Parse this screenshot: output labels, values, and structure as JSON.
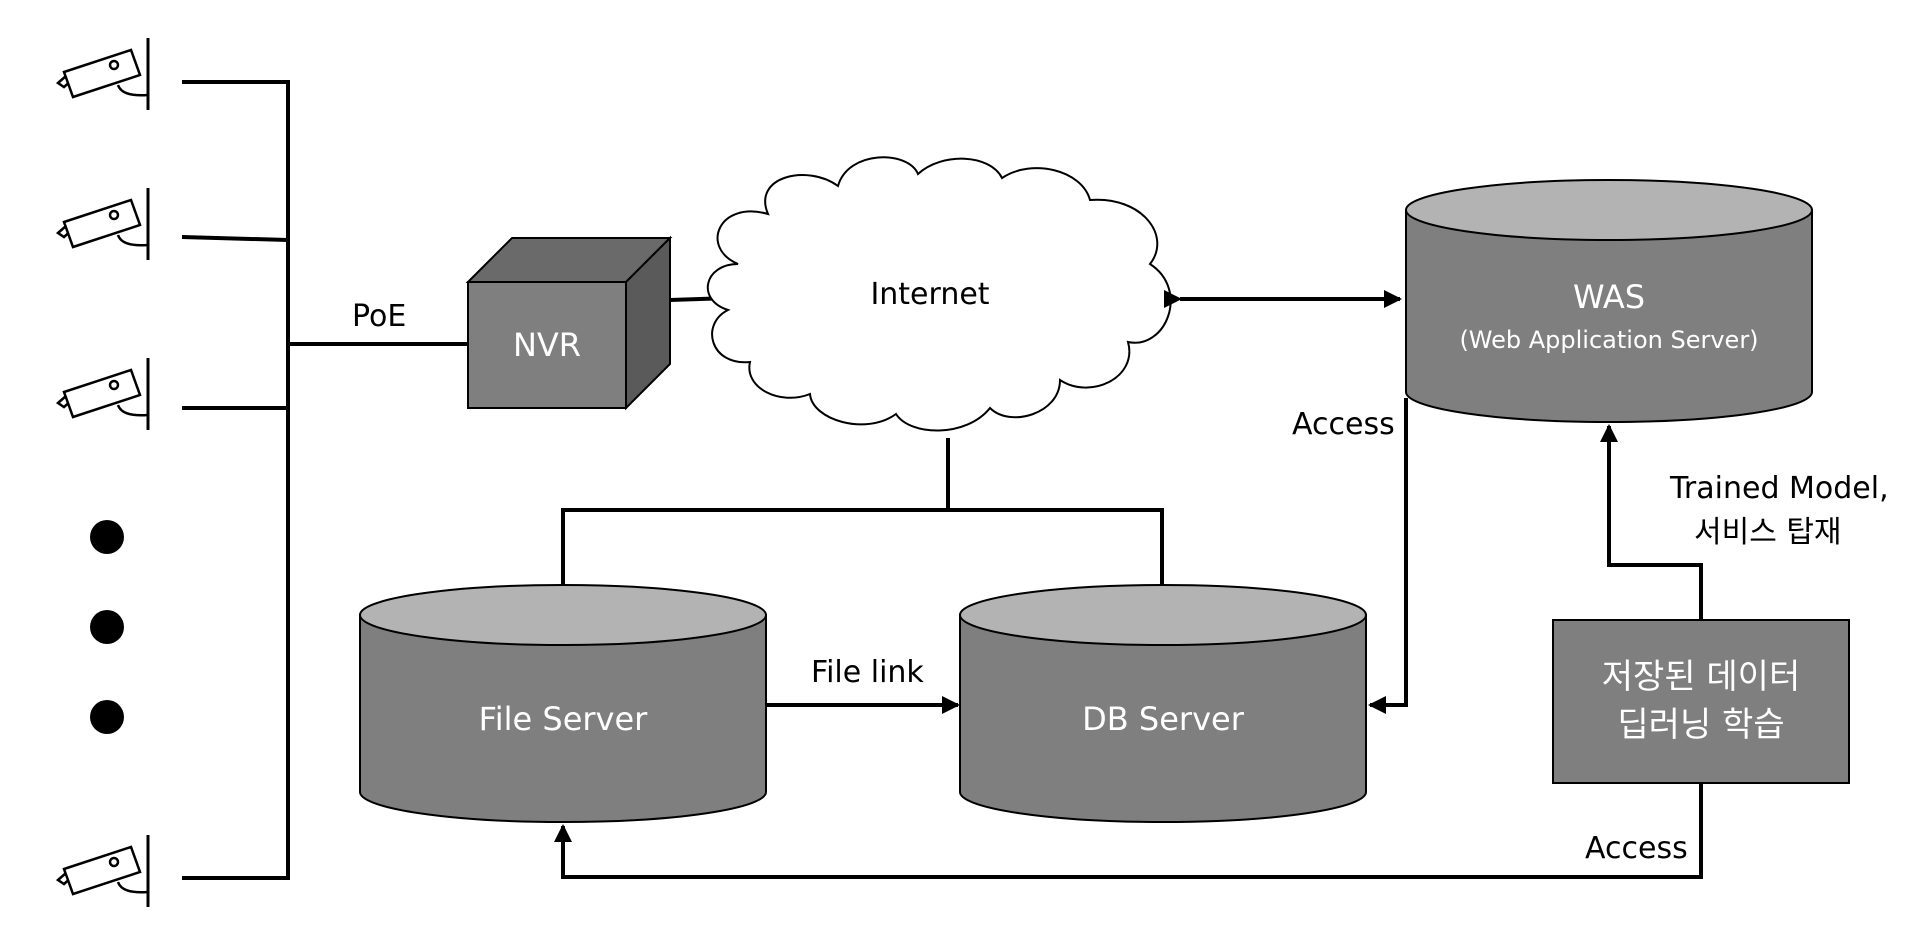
{
  "diagram": {
    "nvr_label": "NVR",
    "poe_label": "PoE",
    "internet_label": "Internet",
    "was_label": "WAS",
    "was_sublabel": "(Web Application Server)",
    "file_server_label": "File Server",
    "db_server_label": "DB Server",
    "file_link_label": "File link",
    "access_label_top": "Access",
    "access_label_bottom": "Access",
    "trained_model_line1": "Trained Model,",
    "trained_model_line2": "서비스 탑재",
    "training_box_line1": "저장된 데이터",
    "training_box_line2": "딥러닝 학습"
  },
  "colors": {
    "cylinder_top": "#b3b3b3",
    "cylinder_body": "#7f7f7f",
    "box_fill": "#7f7f7f",
    "nvr_top": "#6a6a6a",
    "nvr_side": "#5a5a5a",
    "line": "#000000"
  },
  "icons": [
    "camera-icon",
    "cloud-icon",
    "cube-icon",
    "cylinder-icon",
    "dot-icon"
  ]
}
